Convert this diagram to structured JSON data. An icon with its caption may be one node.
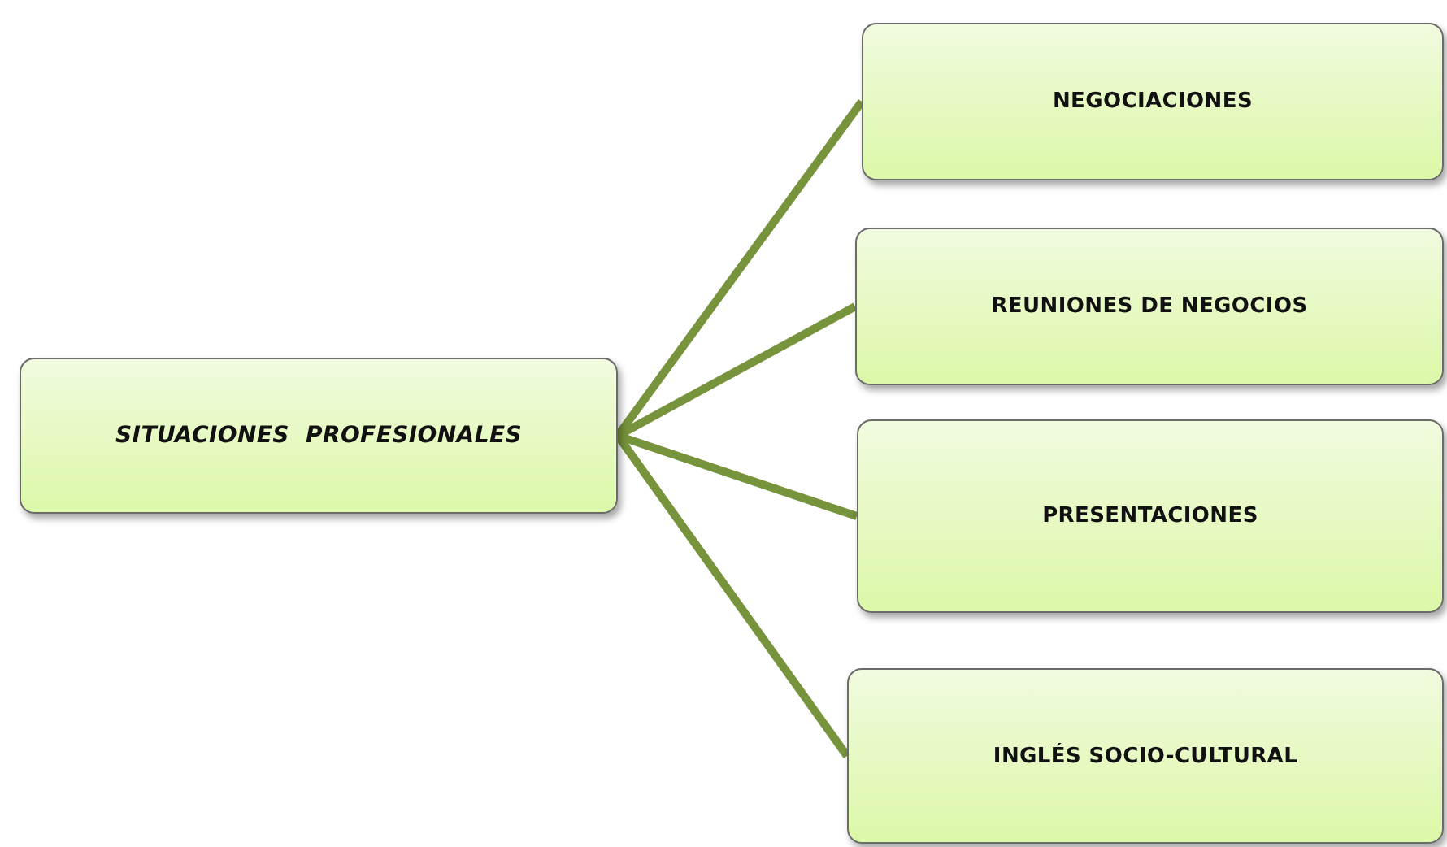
{
  "diagram": {
    "nodes": [
      {
        "text": [
          "SITUACIONES PROFESIONALES"
        ]
      },
      {
        "text": [
          "NEGOCIACIONES"
        ]
      },
      {
        "text": [
          "REUNIONES DE NEGOCIOS"
        ]
      },
      {
        "text": [
          "PRESENTACIONES"
        ]
      },
      {
        "text": [
          "INGLÉS SOCIO-CULTURAL"
        ]
      }
    ],
    "edges": [
      {
        "from": 0,
        "to": 1,
        "arrow": "none"
      },
      {
        "from": 0,
        "to": 2,
        "arrow": "none"
      },
      {
        "from": 0,
        "to": 3,
        "arrow": "none"
      },
      {
        "from": 0,
        "to": 4,
        "arrow": "none"
      }
    ]
  }
}
